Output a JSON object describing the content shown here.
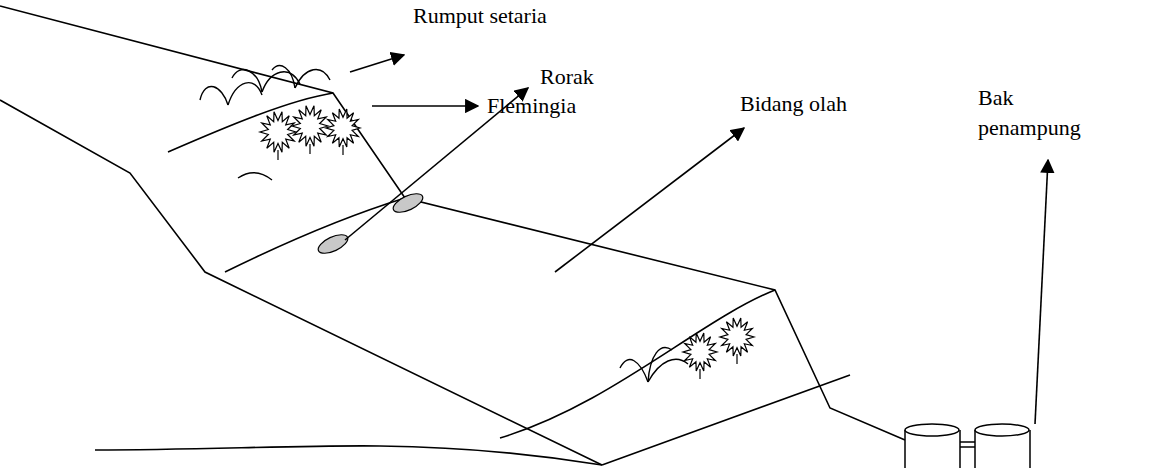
{
  "diagram": {
    "labels": [
      "Rumput setaria",
      "Flemingia",
      "Rorak",
      "Bidang olah",
      "Bak penampung"
    ]
  }
}
